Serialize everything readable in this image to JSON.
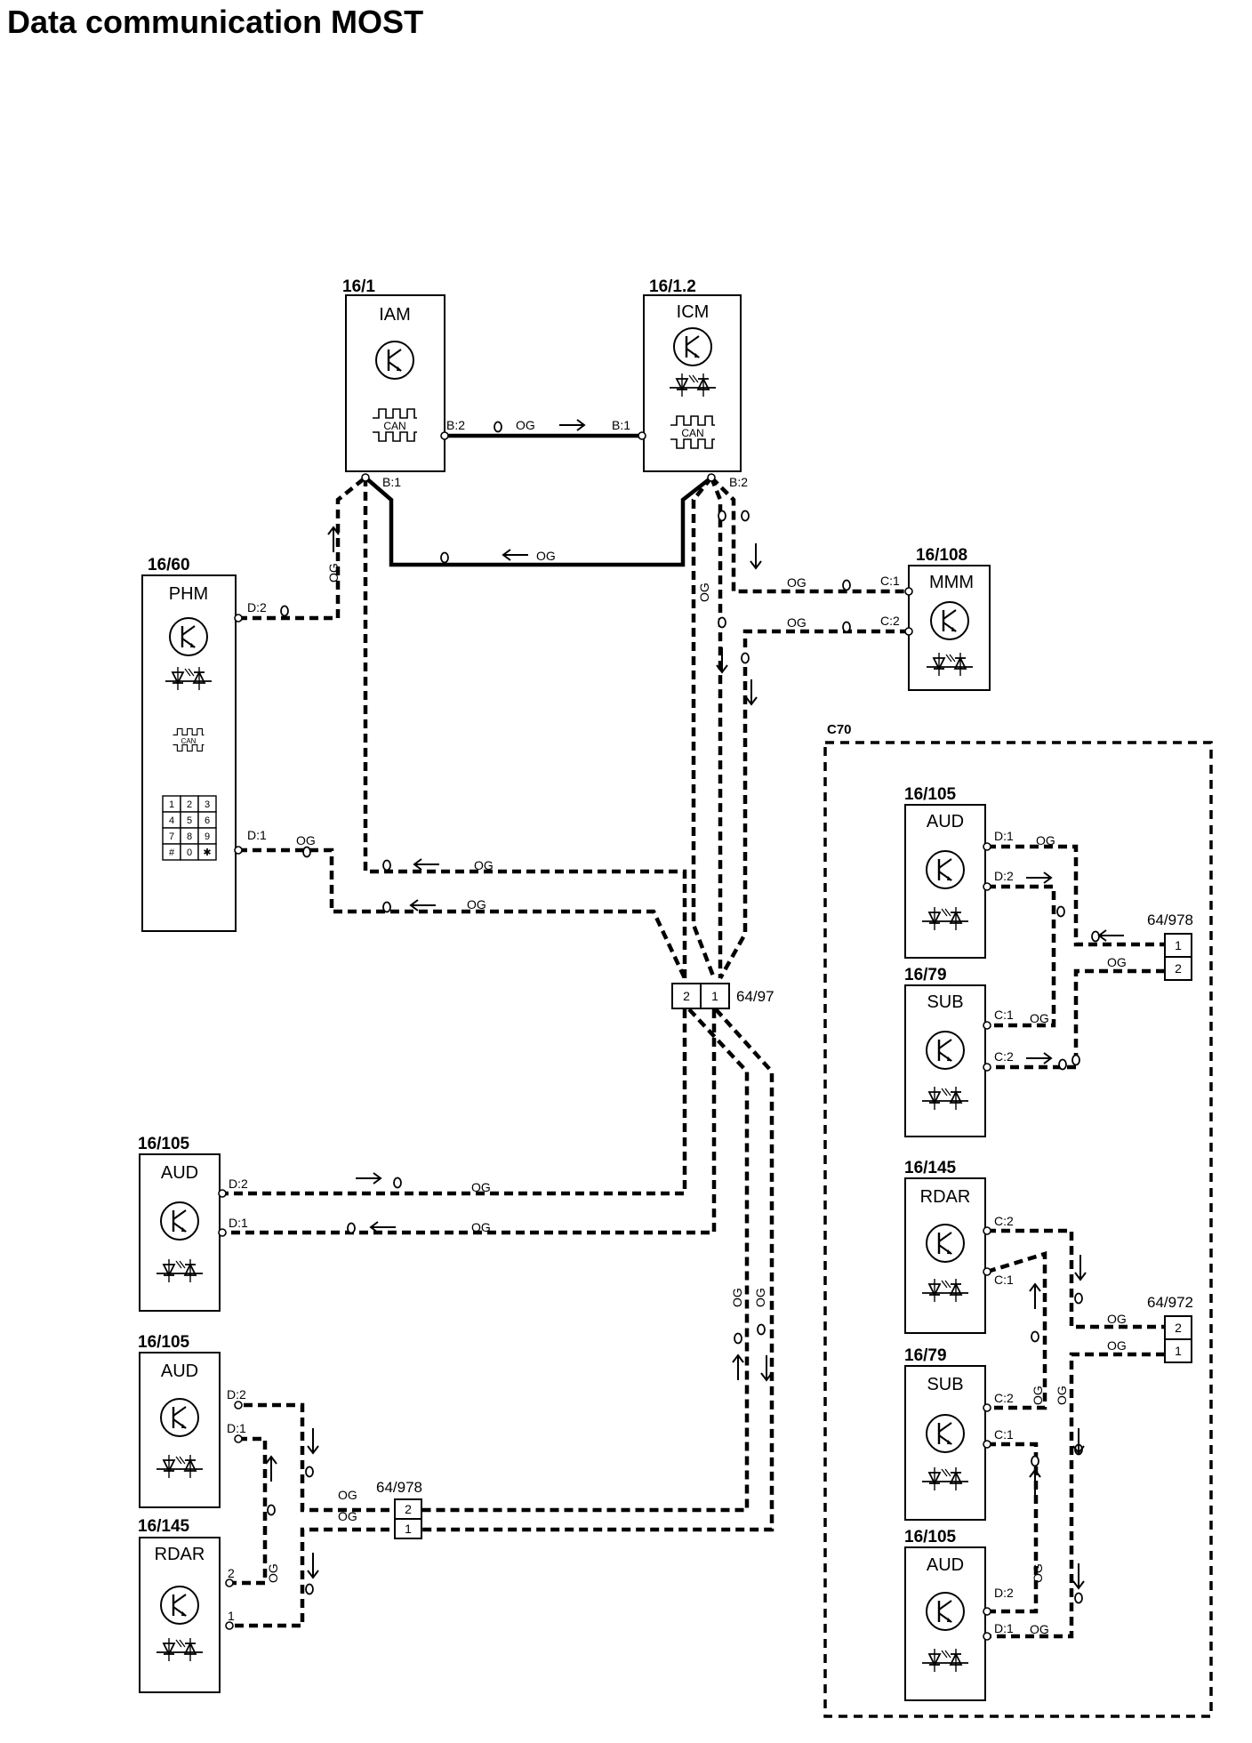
{
  "title": "Data communication MOST",
  "wire_color": "OG",
  "group_label": "C70",
  "can_label": "CAN",
  "modules": {
    "iam": {
      "id": "16/1",
      "name": "IAM"
    },
    "icm": {
      "id": "16/1.2",
      "name": "ICM"
    },
    "phm": {
      "id": "16/60",
      "name": "PHM"
    },
    "mmm": {
      "id": "16/108",
      "name": "MMM"
    },
    "aud_l1": {
      "id": "16/105",
      "name": "AUD"
    },
    "aud_l2": {
      "id": "16/105",
      "name": "AUD"
    },
    "rdar_l": {
      "id": "16/145",
      "name": "RDAR"
    },
    "aud_r1": {
      "id": "16/105",
      "name": "AUD"
    },
    "sub_r1": {
      "id": "16/79",
      "name": "SUB"
    },
    "rdar_r": {
      "id": "16/145",
      "name": "RDAR"
    },
    "sub_r2": {
      "id": "16/79",
      "name": "SUB"
    },
    "aud_r2": {
      "id": "16/105",
      "name": "AUD"
    }
  },
  "keypad_keys": [
    "1",
    "2",
    "3",
    "4",
    "5",
    "6",
    "7",
    "8",
    "9",
    "#",
    "0",
    "✱"
  ],
  "pins": {
    "b2": "B:2",
    "b1": "B:1",
    "c1": "C:1",
    "c2": "C:2",
    "d1": "D:1",
    "d2": "D:2",
    "p1": "1",
    "p2": "2"
  },
  "connectors": {
    "main": {
      "id": "64/97",
      "pins": [
        "2",
        "1"
      ]
    },
    "left": {
      "id": "64/978",
      "pins": [
        "2",
        "1"
      ]
    },
    "r1": {
      "id": "64/978",
      "pins": [
        "1",
        "2"
      ]
    },
    "r2": {
      "id": "64/972",
      "pins": [
        "2",
        "1"
      ]
    }
  }
}
